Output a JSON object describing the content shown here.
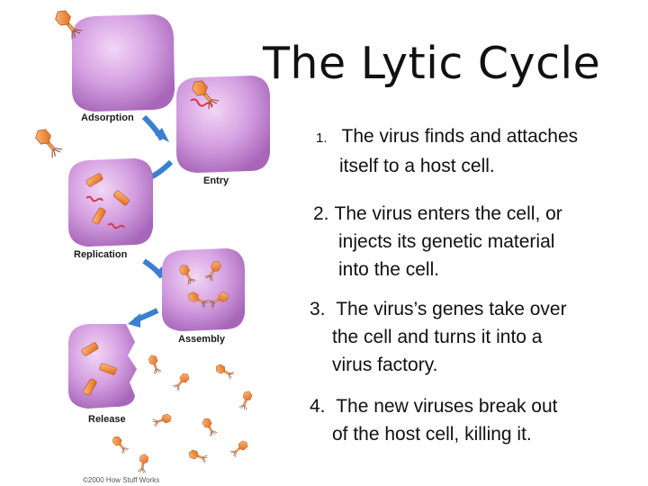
{
  "title": "The Lytic Cycle",
  "steps": [
    {
      "num": "1.",
      "line1": "The virus finds and attaches",
      "line2": "itself to a host cell."
    },
    {
      "num": "2.",
      "line1": "The virus enters the cell, or",
      "line2": "injects its genetic material",
      "line3": "into the cell."
    },
    {
      "num": "3.",
      "line1": "The virus’s genes take over",
      "line2": "the cell and turns it into a",
      "line3": "virus factory."
    },
    {
      "num": "4.",
      "line1": "The new viruses break out",
      "line2": "of the host cell, killing it."
    }
  ],
  "diagram": {
    "stages": [
      "Adsorption",
      "Entry",
      "Replication",
      "Assembly",
      "Release"
    ],
    "credit": "©2000 How Stuff Works"
  },
  "colors": {
    "cell": "#c98fd6",
    "virus": "#e87a2a",
    "arrow": "#3a7fd0",
    "dna": "#d43a4a"
  }
}
